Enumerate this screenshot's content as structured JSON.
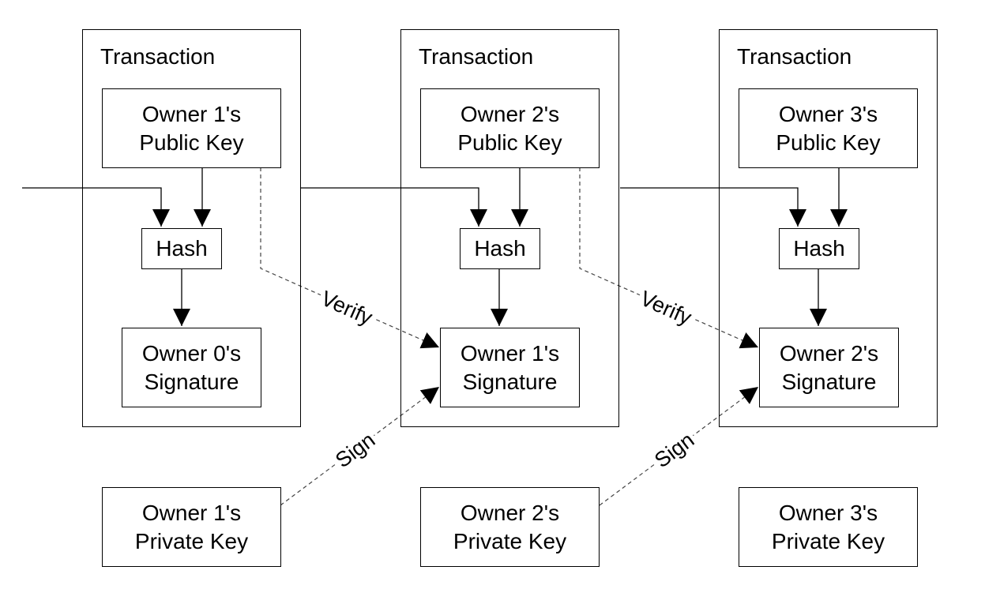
{
  "transactions": [
    {
      "title": "Transaction",
      "public_key": [
        "Owner 1's",
        "Public Key"
      ],
      "hash": "Hash",
      "signature": [
        "Owner 0's",
        "Signature"
      ]
    },
    {
      "title": "Transaction",
      "public_key": [
        "Owner 2's",
        "Public Key"
      ],
      "hash": "Hash",
      "signature": [
        "Owner 1's",
        "Signature"
      ]
    },
    {
      "title": "Transaction",
      "public_key": [
        "Owner 3's",
        "Public Key"
      ],
      "hash": "Hash",
      "signature": [
        "Owner 2's",
        "Signature"
      ]
    }
  ],
  "private_keys": [
    [
      "Owner 1's",
      "Private Key"
    ],
    [
      "Owner 2's",
      "Private Key"
    ],
    [
      "Owner 3's",
      "Private Key"
    ]
  ],
  "edge_labels": {
    "verify": "Verify",
    "sign": "Sign"
  }
}
